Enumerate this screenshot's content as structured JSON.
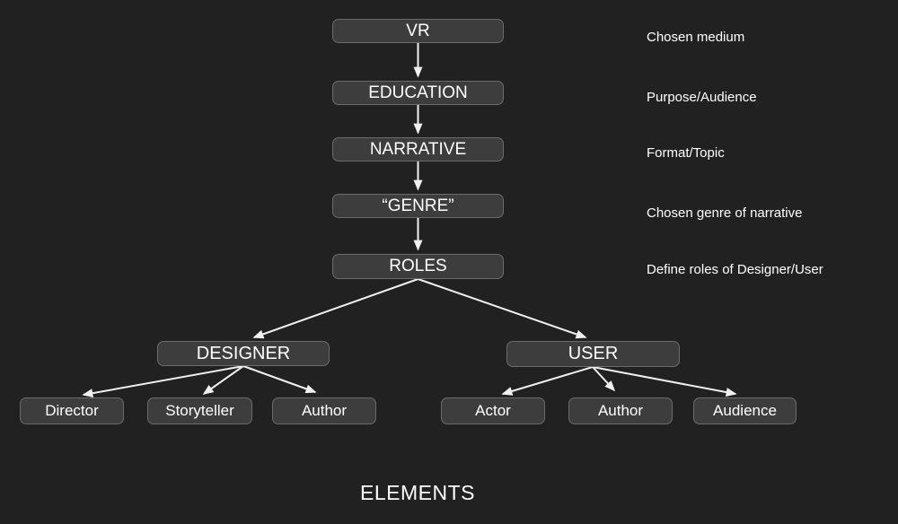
{
  "title": "ELEMENTS",
  "colors": {
    "background": "#212121",
    "box_fill": "#3d3d3d",
    "box_border": "#6b6b6b",
    "text": "#ffffff",
    "arrow": "#f0f0f0"
  },
  "chain": [
    {
      "label": "VR",
      "annotation": "Chosen medium"
    },
    {
      "label": "EDUCATION",
      "annotation": "Purpose/Audience"
    },
    {
      "label": "NARRATIVE",
      "annotation": "Format/Topic"
    },
    {
      "label": "“GENRE”",
      "annotation": "Chosen genre of narrative"
    },
    {
      "label": "ROLES",
      "annotation": "Define roles of Designer/User"
    }
  ],
  "branches": [
    {
      "label": "DESIGNER",
      "children": [
        "Director",
        "Storyteller",
        "Author"
      ]
    },
    {
      "label": "USER",
      "children": [
        "Actor",
        "Author",
        "Audience"
      ]
    }
  ],
  "edges": [
    {
      "from": "VR",
      "to": "EDUCATION"
    },
    {
      "from": "EDUCATION",
      "to": "NARRATIVE"
    },
    {
      "from": "NARRATIVE",
      "to": "“GENRE”"
    },
    {
      "from": "“GENRE”",
      "to": "ROLES"
    },
    {
      "from": "ROLES",
      "to": "DESIGNER"
    },
    {
      "from": "ROLES",
      "to": "USER"
    },
    {
      "from": "DESIGNER",
      "to": "Director"
    },
    {
      "from": "DESIGNER",
      "to": "Storyteller"
    },
    {
      "from": "DESIGNER",
      "to": "Author"
    },
    {
      "from": "USER",
      "to": "Actor"
    },
    {
      "from": "USER",
      "to": "Author"
    },
    {
      "from": "USER",
      "to": "Audience"
    }
  ]
}
